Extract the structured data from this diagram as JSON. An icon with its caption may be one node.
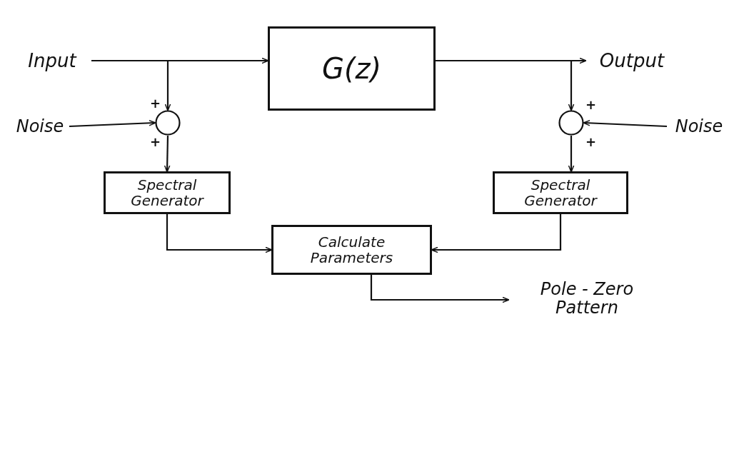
{
  "diagram": {
    "nodes": [
      {
        "text": [
          "Input"
        ]
      },
      {
        "text": [
          "G(z)"
        ]
      },
      {
        "text": [
          "Output"
        ]
      },
      {
        "text": [],
        "shape": "circle"
      },
      {
        "text": [
          "Noise"
        ]
      },
      {
        "text": [
          "Spectral Generator"
        ]
      },
      {
        "text": [],
        "shape": "circle"
      },
      {
        "text": [
          "Noise"
        ]
      },
      {
        "text": [
          "Spectral Generator"
        ]
      },
      {
        "text": [
          "Calculate Parameters"
        ]
      },
      {
        "text": [
          "Pole - Zero Pattern"
        ]
      }
    ],
    "edges": [
      {
        "from": 0,
        "to": 1,
        "arrow": "to"
      },
      {
        "from": 0,
        "to": 3,
        "arrow": "to"
      },
      {
        "from": 1,
        "to": 2,
        "arrow": "to"
      },
      {
        "from": 1,
        "to": 6,
        "arrow": "to"
      },
      {
        "from": 4,
        "to": 3,
        "arrow": "to"
      },
      {
        "from": 3,
        "to": 5,
        "arrow": "to"
      },
      {
        "from": 7,
        "to": 6,
        "arrow": "to"
      },
      {
        "from": 6,
        "to": 8,
        "arrow": "to"
      },
      {
        "from": 5,
        "to": 9,
        "arrow": "to"
      },
      {
        "from": 8,
        "to": 9,
        "arrow": "to"
      },
      {
        "from": 9,
        "to": 10,
        "arrow": "to"
      }
    ],
    "labels": [
      "+",
      "+",
      "+",
      "+"
    ]
  }
}
